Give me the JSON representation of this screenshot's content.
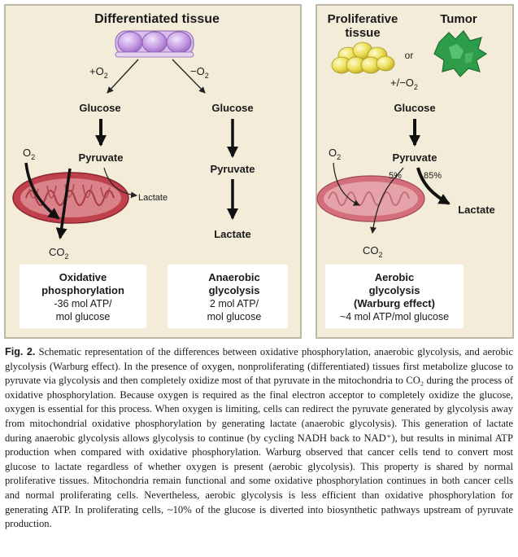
{
  "colors": {
    "panel_bg": "#f2ecd9",
    "panel_border": "#bcb7a7",
    "cell_purple": "#b483d6",
    "mito_red": "#c0414c",
    "mito_pink": "#d9828a",
    "prolif_yellow": "#ecdc5a",
    "tumor_green": "#2e9d4a"
  },
  "left_panel": {
    "title": "Differentiated tissue",
    "oxygen_plus": "+O",
    "oxygen_minus": "−O",
    "oxygen_sub": "2",
    "glucose_left": "Glucose",
    "glucose_right": "Glucose",
    "pyruvate_left": "Pyruvate",
    "pyruvate_right": "Pyruvate",
    "o2_main": "O",
    "o2_sub": "2",
    "lactate_small": "Lactate",
    "lactate_right": "Lactate",
    "co2_main": "CO",
    "co2_sub": "2",
    "box_left": {
      "line1": "Oxidative",
      "line2": "phosphorylation",
      "line3": "-36 mol ATP/",
      "line4": "mol glucose"
    },
    "box_right": {
      "line1": "Anaerobic",
      "line2": "glycolysis",
      "line3": "2 mol ATP/",
      "line4": "mol glucose"
    }
  },
  "right_panel": {
    "title_line1": "Proliferative",
    "title_line2": "tissue",
    "or_text": "or",
    "tumor_title": "Tumor",
    "oxygen": "+/−O",
    "oxygen_sub": "2",
    "glucose": "Glucose",
    "pyruvate": "Pyruvate",
    "o2_main": "O",
    "o2_sub": "2",
    "pct_small": "5%",
    "pct_large": "85%",
    "lactate": "Lactate",
    "co2_main": "CO",
    "co2_sub": "2",
    "box": {
      "line1": "Aerobic",
      "line2": "glycolysis",
      "line3": "(Warburg effect)",
      "line4": "~4 mol ATP/mol glucose"
    }
  },
  "caption": {
    "label": "Fig. 2.",
    "text": " Schematic representation of the differences between oxidative phosphorylation, anaerobic glycolysis, and aerobic glycolysis (Warburg effect). In the presence of oxygen, nonproliferating (differentiated) tissues first metabolize glucose to pyruvate via glycolysis and then completely oxidize most of that pyruvate in the mitochondria to CO₂ during the process of oxidative phosphorylation. Because oxygen is required as the final electron acceptor to completely oxidize the glucose, oxygen is essential for this process. When oxygen is limiting, cells can redirect the pyruvate generated by glycolysis away from mitochondrial oxidative phosphorylation by generating lactate (anaerobic glycolysis). This generation of lactate during anaerobic glycolysis allows glycolysis to continue (by cycling NADH back to NAD⁺), but results in minimal ATP production when compared with oxidative phosphorylation. Warburg observed that cancer cells tend to convert most glucose to lactate regardless of whether oxygen is present (aerobic glycolysis). This property is shared by normal proliferative tissues. Mitochondria remain functional and some oxidative phosphorylation continues in both cancer cells and normal proliferating cells. Nevertheless, aerobic glycolysis is less efficient than oxidative phosphorylation for generating ATP. In proliferating cells, ~10% of the glucose is diverted into biosynthetic pathways upstream of pyruvate production."
  }
}
